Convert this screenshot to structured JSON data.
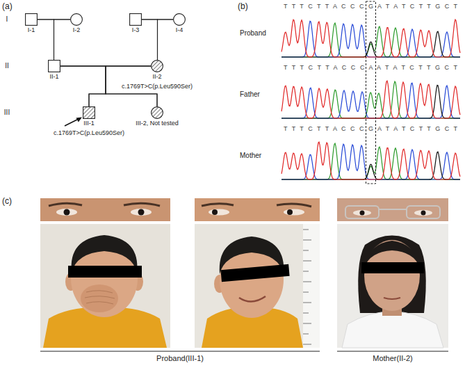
{
  "diagram": {
    "nodes": [
      {
        "text": [
          "I-1"
        ]
      },
      {
        "text": [
          "I-2"
        ]
      },
      {
        "text": [
          "I-3"
        ]
      },
      {
        "text": [
          "I-4"
        ]
      },
      {
        "text": [
          "II-1"
        ]
      },
      {
        "text": [
          "II-2",
          "c.1769T>C(p.Leu590Ser)"
        ]
      },
      {
        "text": [
          "III-1",
          "c.1769T>C(p.Leu590Ser)"
        ]
      },
      {
        "text": [
          "III-2, Not tested"
        ]
      }
    ],
    "edges": [
      {
        "from": 0,
        "to": 1,
        "arrow": "none"
      },
      {
        "from": 2,
        "to": 3,
        "arrow": "none"
      },
      {
        "from": 0,
        "to": 4,
        "arrow": "none"
      },
      {
        "from": 1,
        "to": 4,
        "arrow": "none"
      },
      {
        "from": 2,
        "to": 5,
        "arrow": "none"
      },
      {
        "from": 3,
        "to": 5,
        "arrow": "none"
      },
      {
        "from": 4,
        "to": 5,
        "arrow": "none"
      },
      {
        "from": 4,
        "to": 6,
        "arrow": "none"
      },
      {
        "from": 5,
        "to": 6,
        "arrow": "none"
      },
      {
        "from": 4,
        "to": 7,
        "arrow": "none"
      },
      {
        "from": 5,
        "to": 7,
        "arrow": "none"
      }
    ],
    "labels": [
      "(a)",
      "(b)",
      "(c)",
      "I",
      "II",
      "III",
      "Proband",
      "T T T C T T A C C C G A T A T C T T G C T",
      "Father",
      "T T T C T T A C C C A A T A T C T T G C T",
      "Mother",
      "T T T C T T A C C C G A T A T C T T G C T",
      "Proband(III-1)",
      "Mother(II-2)"
    ]
  }
}
